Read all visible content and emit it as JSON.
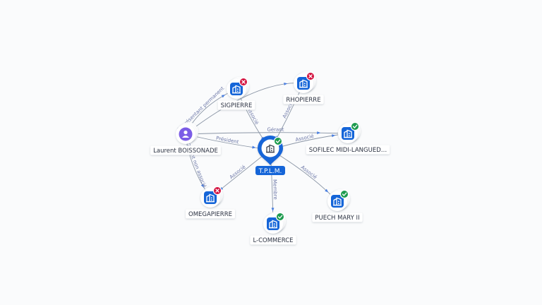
{
  "graph": {
    "nodes": [
      {
        "id": "tplm",
        "label": "T.P.L.M.",
        "type": "company",
        "central": true,
        "status": "active"
      },
      {
        "id": "laurent",
        "label": "Laurent BOISSONADE",
        "type": "person",
        "status": "none"
      },
      {
        "id": "sigpierre",
        "label": "SIGPIERRE",
        "type": "company",
        "status": "closed"
      },
      {
        "id": "rhopierre",
        "label": "RHOPIERRE",
        "type": "company",
        "status": "closed"
      },
      {
        "id": "sofilec",
        "label": "SOFILEC MIDI-LANGUED…",
        "type": "company",
        "status": "active"
      },
      {
        "id": "omegapierre",
        "label": "OMEGAPIERRE",
        "type": "company",
        "status": "closed"
      },
      {
        "id": "lcommerce",
        "label": "L-COMMERCE",
        "type": "company",
        "status": "active"
      },
      {
        "id": "puech",
        "label": "PUECH MARY II",
        "type": "company",
        "status": "active"
      }
    ],
    "edges": [
      {
        "from": "laurent",
        "to": "sigpierre",
        "label": "Représentant permanent"
      },
      {
        "from": "laurent",
        "to": "rhopierre",
        "label": ""
      },
      {
        "from": "laurent",
        "to": "sofilec",
        "label": "Gérant"
      },
      {
        "from": "laurent",
        "to": "tplm",
        "label": "Président"
      },
      {
        "from": "laurent",
        "to": "omegapierre",
        "label": "Gérant non associé"
      },
      {
        "from": "sigpierre",
        "to": "tplm",
        "label": "Associé"
      },
      {
        "from": "rhopierre",
        "to": "tplm",
        "label": "Associé"
      },
      {
        "from": "tplm",
        "to": "sofilec",
        "label": "Associé"
      },
      {
        "from": "tplm",
        "to": "omegapierre",
        "label": "Associé"
      },
      {
        "from": "tplm",
        "to": "lcommerce",
        "label": "Membre"
      },
      {
        "from": "tplm",
        "to": "puech",
        "label": "Associé"
      }
    ]
  },
  "colors": {
    "company_fill": "#1565d8",
    "person_fill": "#7b5ce6",
    "active_badge": "#1e9b4f",
    "closed_badge": "#d3123f",
    "edge_label": "#6d78a8"
  }
}
